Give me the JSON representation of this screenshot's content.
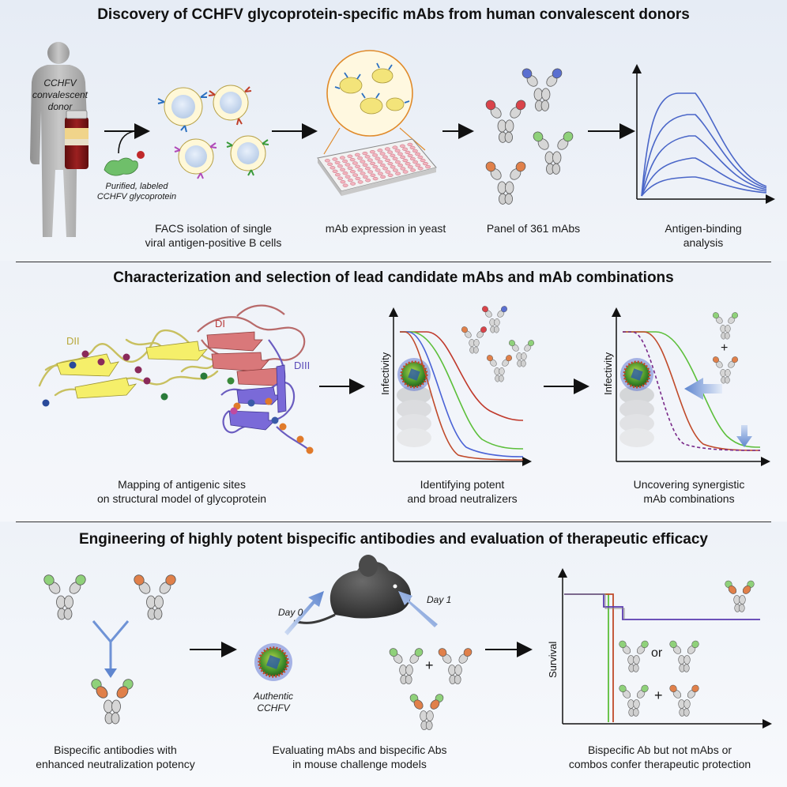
{
  "panel1": {
    "title": "Discovery of CCHFV glycoprotein-specific mAbs from human convalescent donors",
    "donor_label": [
      "CCHFV",
      "convalescent",
      "donor"
    ],
    "antigen_label": [
      "Purified, labeled",
      "CCHFV glycoprotein"
    ],
    "captions": {
      "facs": [
        "FACS isolation of single",
        "viral antigen-positive B cells"
      ],
      "yeast": [
        "mAb expression in yeast"
      ],
      "panel": [
        "Panel of 361 mAbs"
      ],
      "binding": [
        "Antigen-binding",
        "analysis"
      ]
    }
  },
  "panel2": {
    "title": "Characterization and selection of lead candidate mAbs and mAb combinations",
    "domain_labels": {
      "dii": "DII",
      "di": "DI",
      "diii": "DIII"
    },
    "y_axis_label": "Infectivity",
    "plus": "+",
    "captions": {
      "mapping": [
        "Mapping of antigenic sites",
        "on structural model of glycoprotein"
      ],
      "identifying": [
        "Identifying potent",
        "and broad neutralizers"
      ],
      "uncovering": [
        "Uncovering synergistic",
        "mAb combinations"
      ]
    }
  },
  "panel3": {
    "title": "Engineering of highly potent bispecific antibodies and evaluation of therapeutic efficacy",
    "day0": "Day 0",
    "day1": "Day 1",
    "virus_label": [
      "Authentic",
      "CCHFV"
    ],
    "plus": "+",
    "or": "or",
    "y_axis_label": "Survival",
    "captions": {
      "bispecific": [
        "Bispecific antibodies with",
        "enhanced neutralization potency"
      ],
      "evaluating": [
        "Evaluating mAbs and bispecific Abs",
        "in mouse challenge models"
      ],
      "protection": [
        "Bispecific Ab but not mAbs or",
        "combos confer therapeutic protection"
      ]
    }
  },
  "colors": {
    "green": "#8fd17a",
    "orange": "#e0804a",
    "red": "#d9434a",
    "blue": "#5a6fd0",
    "purple": "#c064c8",
    "curve_red": "#c0392b",
    "curve_green": "#5cbf3a",
    "curve_blue": "#4a63d6",
    "curve_purple": "#7a2a8a",
    "arrow_blue": "#6f93d6"
  }
}
